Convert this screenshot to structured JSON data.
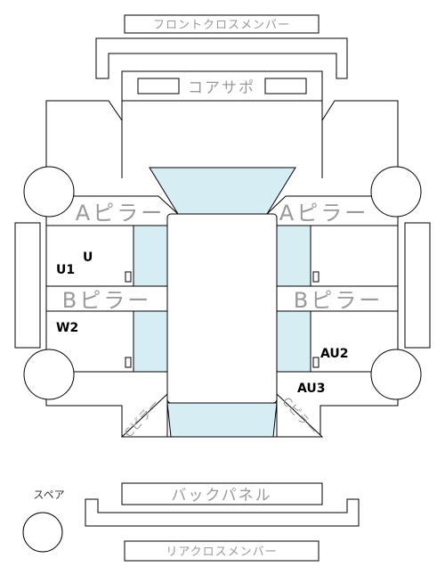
{
  "labels": {
    "front_cross_member": "フロントクロスメンバー",
    "core_support": "コアサポ",
    "a_pillar_left": "Aピラー",
    "a_pillar_right": "Aピラー",
    "b_pillar_left": "Bピラー",
    "b_pillar_right": "Bピラー",
    "c_pillar_left": "Cピラー",
    "c_pillar_right": "Cピラー",
    "back_panel": "バックパネル",
    "rear_cross_member": "リアクロスメンバー",
    "spare": "スペア"
  },
  "marks": {
    "u": "U",
    "u1": "U1",
    "w2": "W2",
    "au2": "AU2",
    "au3": "AU3"
  }
}
